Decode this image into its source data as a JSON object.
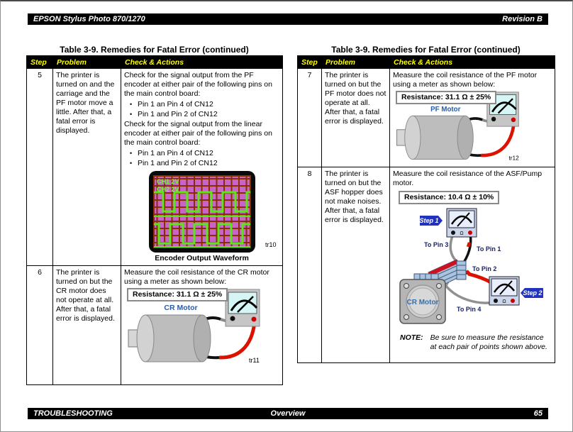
{
  "header": {
    "product": "EPSON Stylus Photo 870/1270",
    "revision": "Revision B"
  },
  "footer": {
    "section": "TROUBLESHOOTING",
    "subsection": "Overview",
    "page_number": "65"
  },
  "tables": {
    "left": {
      "title": "Table 3-9.  Remedies for Fatal Error (continued)",
      "columns": {
        "step": "Step",
        "problem": "Problem",
        "check": "Check & Actions"
      },
      "bullet_char": "•",
      "row5": {
        "step": "5",
        "problem": "The printer is turned on and the carriage and the PF motor move a little. After that, a fatal error is displayed.",
        "check_pf": "Check for the signal output from the PF encoder at either pair of the following pins on the main control board:",
        "pf_bullet1": "Pin 1 an Pin 4 of CN12",
        "pf_bullet2": "Pin 1 and Pin 2 of CN12",
        "check_linear": "Check for the signal output from the linear encoder at either pair of the following pins on the main control board:",
        "linear_bullet1": "Pin 1 an Pin 4 of CN12",
        "linear_bullet2": "Pin 1 and Pin 2 of CN12",
        "scope_ch1": "CH1 2V",
        "scope_ch2": "CH2 2V",
        "figure_id": "tr10",
        "caption": "Encoder Output Waveform"
      },
      "row6": {
        "step": "6",
        "problem": "The printer is turned on but the CR motor does not operate at all. After that, a fatal error is displayed.",
        "check": "Measure the coil resistance of the CR motor using a meter as shown below:",
        "resistance": "Resistance: 31.1 Ω ± 25%",
        "motor_label": "CR Motor",
        "figure_id": "tr11"
      }
    },
    "right": {
      "title": "Table 3-9.  Remedies for Fatal Error (continued)",
      "columns": {
        "step": "Step",
        "problem": "Problem",
        "check": "Check & Actions"
      },
      "row7": {
        "step": "7",
        "problem": "The printer is turned on but the PF motor does not operate at all. After that, a fatal error is displayed.",
        "check": "Measure the coil resistance of the PF motor using a meter as shown below:",
        "resistance": "Resistance: 31.1 Ω ± 25%",
        "motor_label": "PF Motor",
        "figure_id": "tr12"
      },
      "row8": {
        "step": "8",
        "problem": "The printer is turned on but the ASF hopper does not make noises. After that, a fatal error is displayed.",
        "check": "Measure the coil resistance of the ASF/Pump motor.",
        "resistance": "Resistance: 10.4 Ω ± 10%",
        "step1_label": "Step 1",
        "step2_label": "Step 2",
        "pin3_label": "To Pin 3",
        "pin1_label": "To Pin 1",
        "pin2_label": "To Pin 2",
        "pin4_label": "To Pin 4",
        "motor_label": "CR Motor",
        "ohm": "Ω",
        "note_label": "NOTE:",
        "note_text": "Be sure to measure the resistance at each pair of points shown above."
      }
    }
  },
  "colors": {
    "table_header_bg": "#000000",
    "table_header_text": "#ffff00",
    "motor_label_blue": "#2a5caa",
    "pin_label_navy": "#1c2466",
    "step_arrow_blue": "#2233bb",
    "scope_screen": "#c863c8",
    "scope_grid": "#8a2d00",
    "scope_trace": "#58e818",
    "test_lead_red": "#dd1100"
  }
}
